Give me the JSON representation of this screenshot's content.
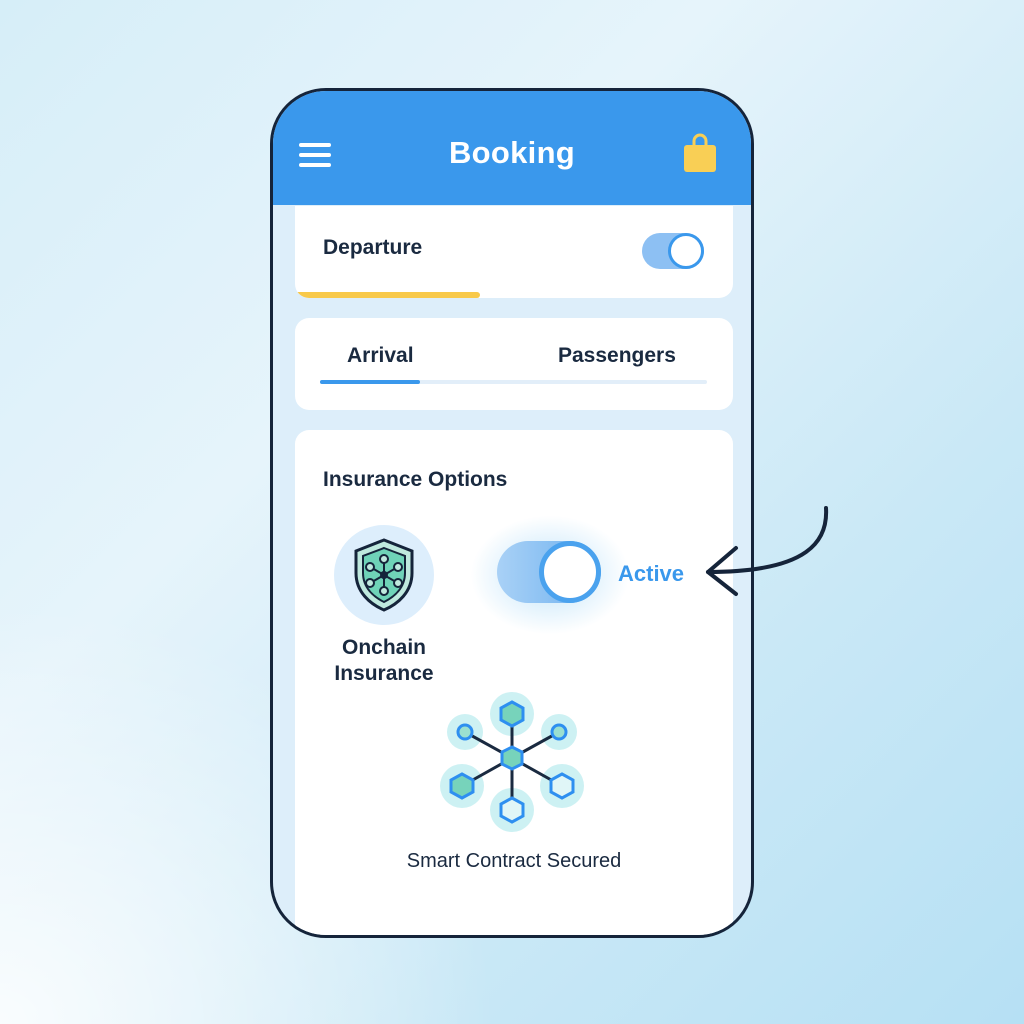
{
  "header": {
    "title": "Booking",
    "menu_icon": "hamburger-menu-icon",
    "bag_icon": "shopping-bag-icon"
  },
  "departure": {
    "label": "Departure",
    "toggle_state": "on",
    "progress_color": "#f8c94a"
  },
  "tabs": [
    {
      "label": "Arrival",
      "active": true
    },
    {
      "label": "Passengers",
      "active": false
    }
  ],
  "insurance": {
    "section_title": "Insurance Options",
    "option_label": "Onchain Insurance",
    "option_icon": "shield-network-icon",
    "toggle_state": "on",
    "status_label": "Active",
    "footer_icon": "blockchain-network-icon",
    "footer_label": "Smart Contract Secured"
  },
  "colors": {
    "primary": "#3a98ec",
    "accent": "#f8c94a",
    "text": "#1a2a40",
    "teal": "#6fd3b8"
  }
}
